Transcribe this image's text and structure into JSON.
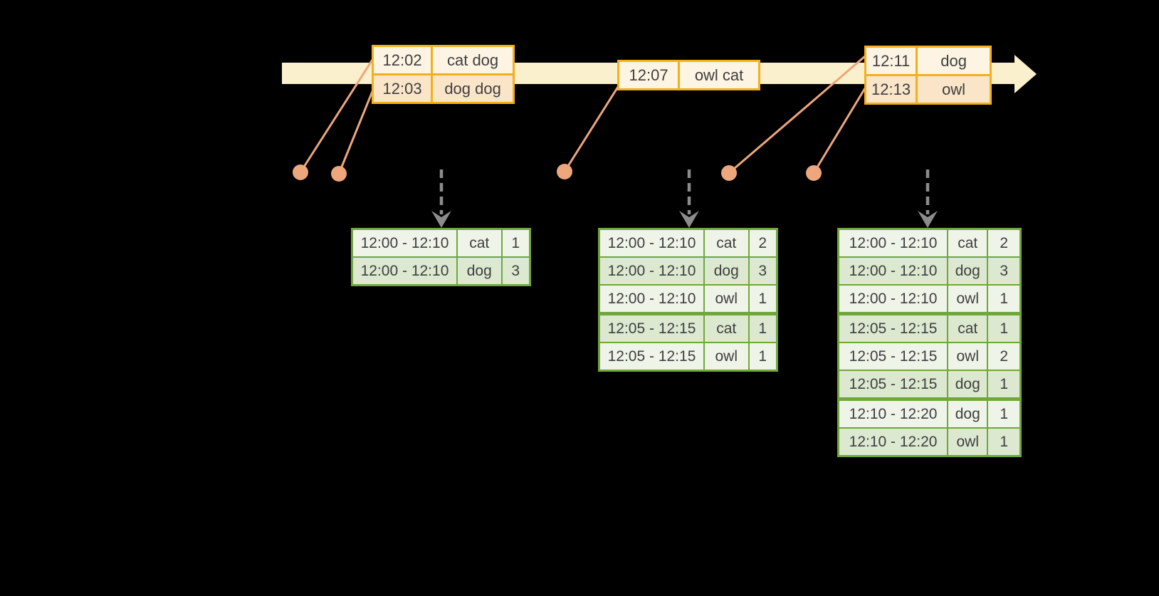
{
  "colors": {
    "background": "#000000",
    "timeline_fill": "#FAF0CD",
    "event_border": "#F2B01E",
    "event_row_a": "#FAE5C8",
    "event_row_b": "#FDF4E3",
    "marker": "#EEA67C",
    "trigger_arrow": "#8C8C8C",
    "result_border": "#6FA73C",
    "result_row_a": "#DCE8D0",
    "result_row_b": "#EFF4E9",
    "text": "#3F3F3F"
  },
  "icons": {
    "timeline_arrow": "right-arrow-icon",
    "trigger_arrow": "dashed-down-arrow-icon",
    "event_marker": "dot-icon"
  },
  "timeline": {
    "event_tables": [
      {
        "rows": [
          {
            "time": "12:02",
            "words": "cat dog"
          },
          {
            "time": "12:03",
            "words": "dog dog"
          }
        ]
      },
      {
        "rows": [
          {
            "time": "12:07",
            "words": "owl cat"
          }
        ]
      },
      {
        "rows": [
          {
            "time": "12:11",
            "words": "dog"
          },
          {
            "time": "12:13",
            "words": "owl"
          }
        ]
      }
    ]
  },
  "result_tables": [
    {
      "rows": [
        {
          "window": "12:00 - 12:10",
          "word": "cat",
          "count": "1"
        },
        {
          "window": "12:00 - 12:10",
          "word": "dog",
          "count": "3"
        }
      ]
    },
    {
      "rows": [
        {
          "window": "12:00 - 12:10",
          "word": "cat",
          "count": "2"
        },
        {
          "window": "12:00 - 12:10",
          "word": "dog",
          "count": "3"
        },
        {
          "window": "12:00 - 12:10",
          "word": "owl",
          "count": "1"
        },
        {
          "window": "12:05 - 12:15",
          "word": "cat",
          "count": "1"
        },
        {
          "window": "12:05 - 12:15",
          "word": "owl",
          "count": "1"
        }
      ]
    },
    {
      "rows": [
        {
          "window": "12:00 - 12:10",
          "word": "cat",
          "count": "2"
        },
        {
          "window": "12:00 - 12:10",
          "word": "dog",
          "count": "3"
        },
        {
          "window": "12:00 - 12:10",
          "word": "owl",
          "count": "1"
        },
        {
          "window": "12:05 - 12:15",
          "word": "cat",
          "count": "1"
        },
        {
          "window": "12:05 - 12:15",
          "word": "owl",
          "count": "2"
        },
        {
          "window": "12:05 - 12:15",
          "word": "dog",
          "count": "1"
        },
        {
          "window": "12:10 - 12:20",
          "word": "dog",
          "count": "1"
        },
        {
          "window": "12:10 - 12:20",
          "word": "owl",
          "count": "1"
        }
      ]
    }
  ]
}
